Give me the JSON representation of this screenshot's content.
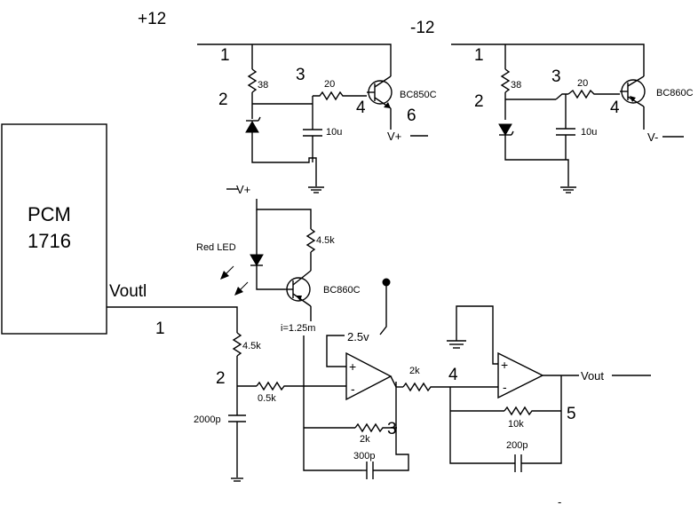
{
  "supply": {
    "pos": "+12",
    "neg": "-12"
  },
  "reg_pos": {
    "node1": "1",
    "node2": "2",
    "node3": "3",
    "node4": "4",
    "node6": "6",
    "r1": "38",
    "r2": "20",
    "cap": "10u",
    "transistor": "BC850C",
    "out": "V+"
  },
  "reg_neg": {
    "node1": "1",
    "node2": "2",
    "node3": "3",
    "node4": "4",
    "r1": "38",
    "r2": "20",
    "cap": "10u",
    "transistor": "BC860C",
    "out": "V-"
  },
  "chip": {
    "line1": "PCM",
    "line2": "1716",
    "pin": "Voutl"
  },
  "current_source": {
    "supply": "V+",
    "led": "Red LED",
    "resistor": "4.5k",
    "transistor": "BC860C",
    "current": "i=1.25m"
  },
  "signal": {
    "node1": "1",
    "node2": "2",
    "r_in": "4.5k",
    "cap_in": "2000p",
    "r_series": "0.5k",
    "bias": "2.5v"
  },
  "stage1": {
    "plus": "+",
    "minus": "-",
    "r_fb": "2k",
    "node3": "3",
    "cap_fb": "300p",
    "r_out": "2k"
  },
  "stage2": {
    "node4": "4",
    "node5": "5",
    "plus": "+",
    "minus": "-",
    "r_fb": "10k",
    "cap_fb": "200p",
    "out": "Vout"
  },
  "footer_mark": "-"
}
